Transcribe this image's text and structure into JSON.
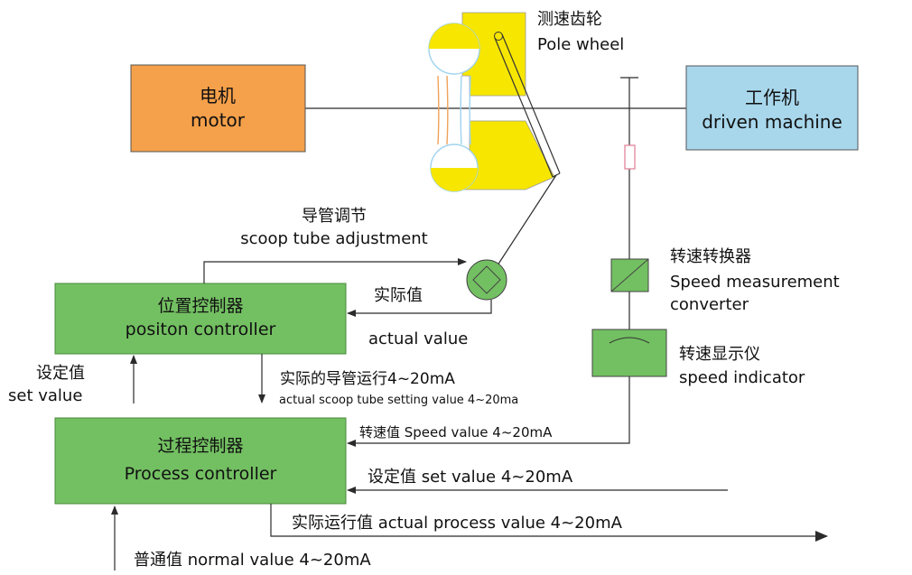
{
  "colors": {
    "motor": "#f5a04a",
    "driven": "#a8d7ec",
    "controller": "#73c062",
    "wheel_yellow": "#f7e600",
    "wheel_blue": "#9fd3ef",
    "wheel_orange": "#f0a25a",
    "line": "#2b2b2b",
    "coupling": "#e3869c"
  },
  "pole_wheel": {
    "cn": "测速齿轮",
    "en": "Pole wheel"
  },
  "motor": {
    "cn": "电机",
    "en": "motor"
  },
  "driven": {
    "cn": "工作机",
    "en": "driven machine"
  },
  "scoop": {
    "cn": "导管调节",
    "en": "scoop tube adjustment"
  },
  "position_controller": {
    "cn": "位置控制器",
    "en": "positon controller"
  },
  "actual_value": {
    "cn": "实际值",
    "en": "actual value"
  },
  "set_value": {
    "cn": "设定值",
    "en": "set value"
  },
  "scoop_running": {
    "cn": "实际的导管运行4~20mA",
    "en": "actual scoop tube setting value 4~20ma"
  },
  "speed_converter": {
    "cn": "转速转换器",
    "en_line1": "Speed measurement",
    "en_line2": "converter"
  },
  "speed_indicator": {
    "cn": "转速显示仪",
    "en": "speed indicator"
  },
  "speed_value": "转速值 Speed value 4~20mA",
  "process_controller": {
    "cn": "过程控制器",
    "en": "Process controller"
  },
  "set_value_input": "设定值 set  value 4~20mA",
  "actual_process": "实际运行值 actual process value  4~20mA",
  "normal_value": "普通值 normal  value 4~20mA"
}
